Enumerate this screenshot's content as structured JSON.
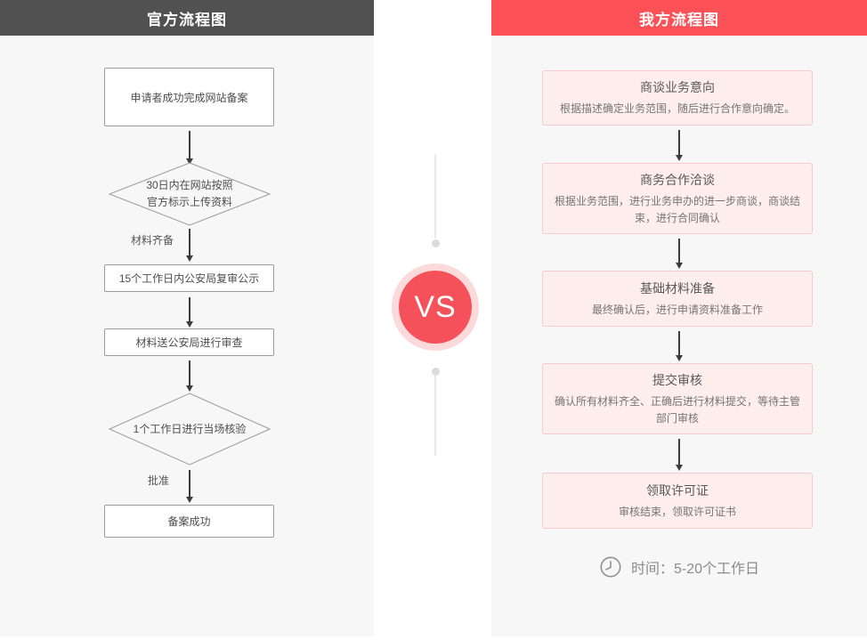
{
  "colors": {
    "official_header_bg": "#515151",
    "our_header_bg": "#fb5157",
    "panel_bg": "#f7f7f7",
    "card_bg": "#fdeded",
    "card_border": "#f7cbcb",
    "vs_circle_red": "#f5515a",
    "vs_ring_pink": "#fcd9da"
  },
  "official": {
    "title": "官方流程图",
    "box_complete_filing": "申请者成功完成网站备案",
    "decision_upload_line1": "30日内在网站按照",
    "decision_upload_line2": "官方标示上传资料",
    "label_materials_ready": "材料齐备",
    "box_review_publicity": "15个工作日内公安局复审公示",
    "box_submit_psb": "材料送公安局进行审查",
    "decision_onsite": "1个工作日进行当场核验",
    "label_approved": "批准",
    "box_success": "备案成功"
  },
  "versus": {
    "label": "VS"
  },
  "ours": {
    "title": "我方流程图",
    "steps": [
      {
        "title": "商谈业务意向",
        "desc": "根据描述确定业务范围，随后进行合作意向确定。"
      },
      {
        "title": "商务合作洽谈",
        "desc": "根据业务范围，进行业务申办的进一步商谈，商谈结束，进行合同确认"
      },
      {
        "title": "基础材料准备",
        "desc": "最终确认后，进行申请资料准备工作"
      },
      {
        "title": "提交审核",
        "desc": "确认所有材料齐全、正确后进行材料提交，等待主管部门审核"
      },
      {
        "title": "领取许可证",
        "desc": "审核结束，领取许可证书"
      }
    ],
    "time_note": "时间：5-20个工作日"
  }
}
